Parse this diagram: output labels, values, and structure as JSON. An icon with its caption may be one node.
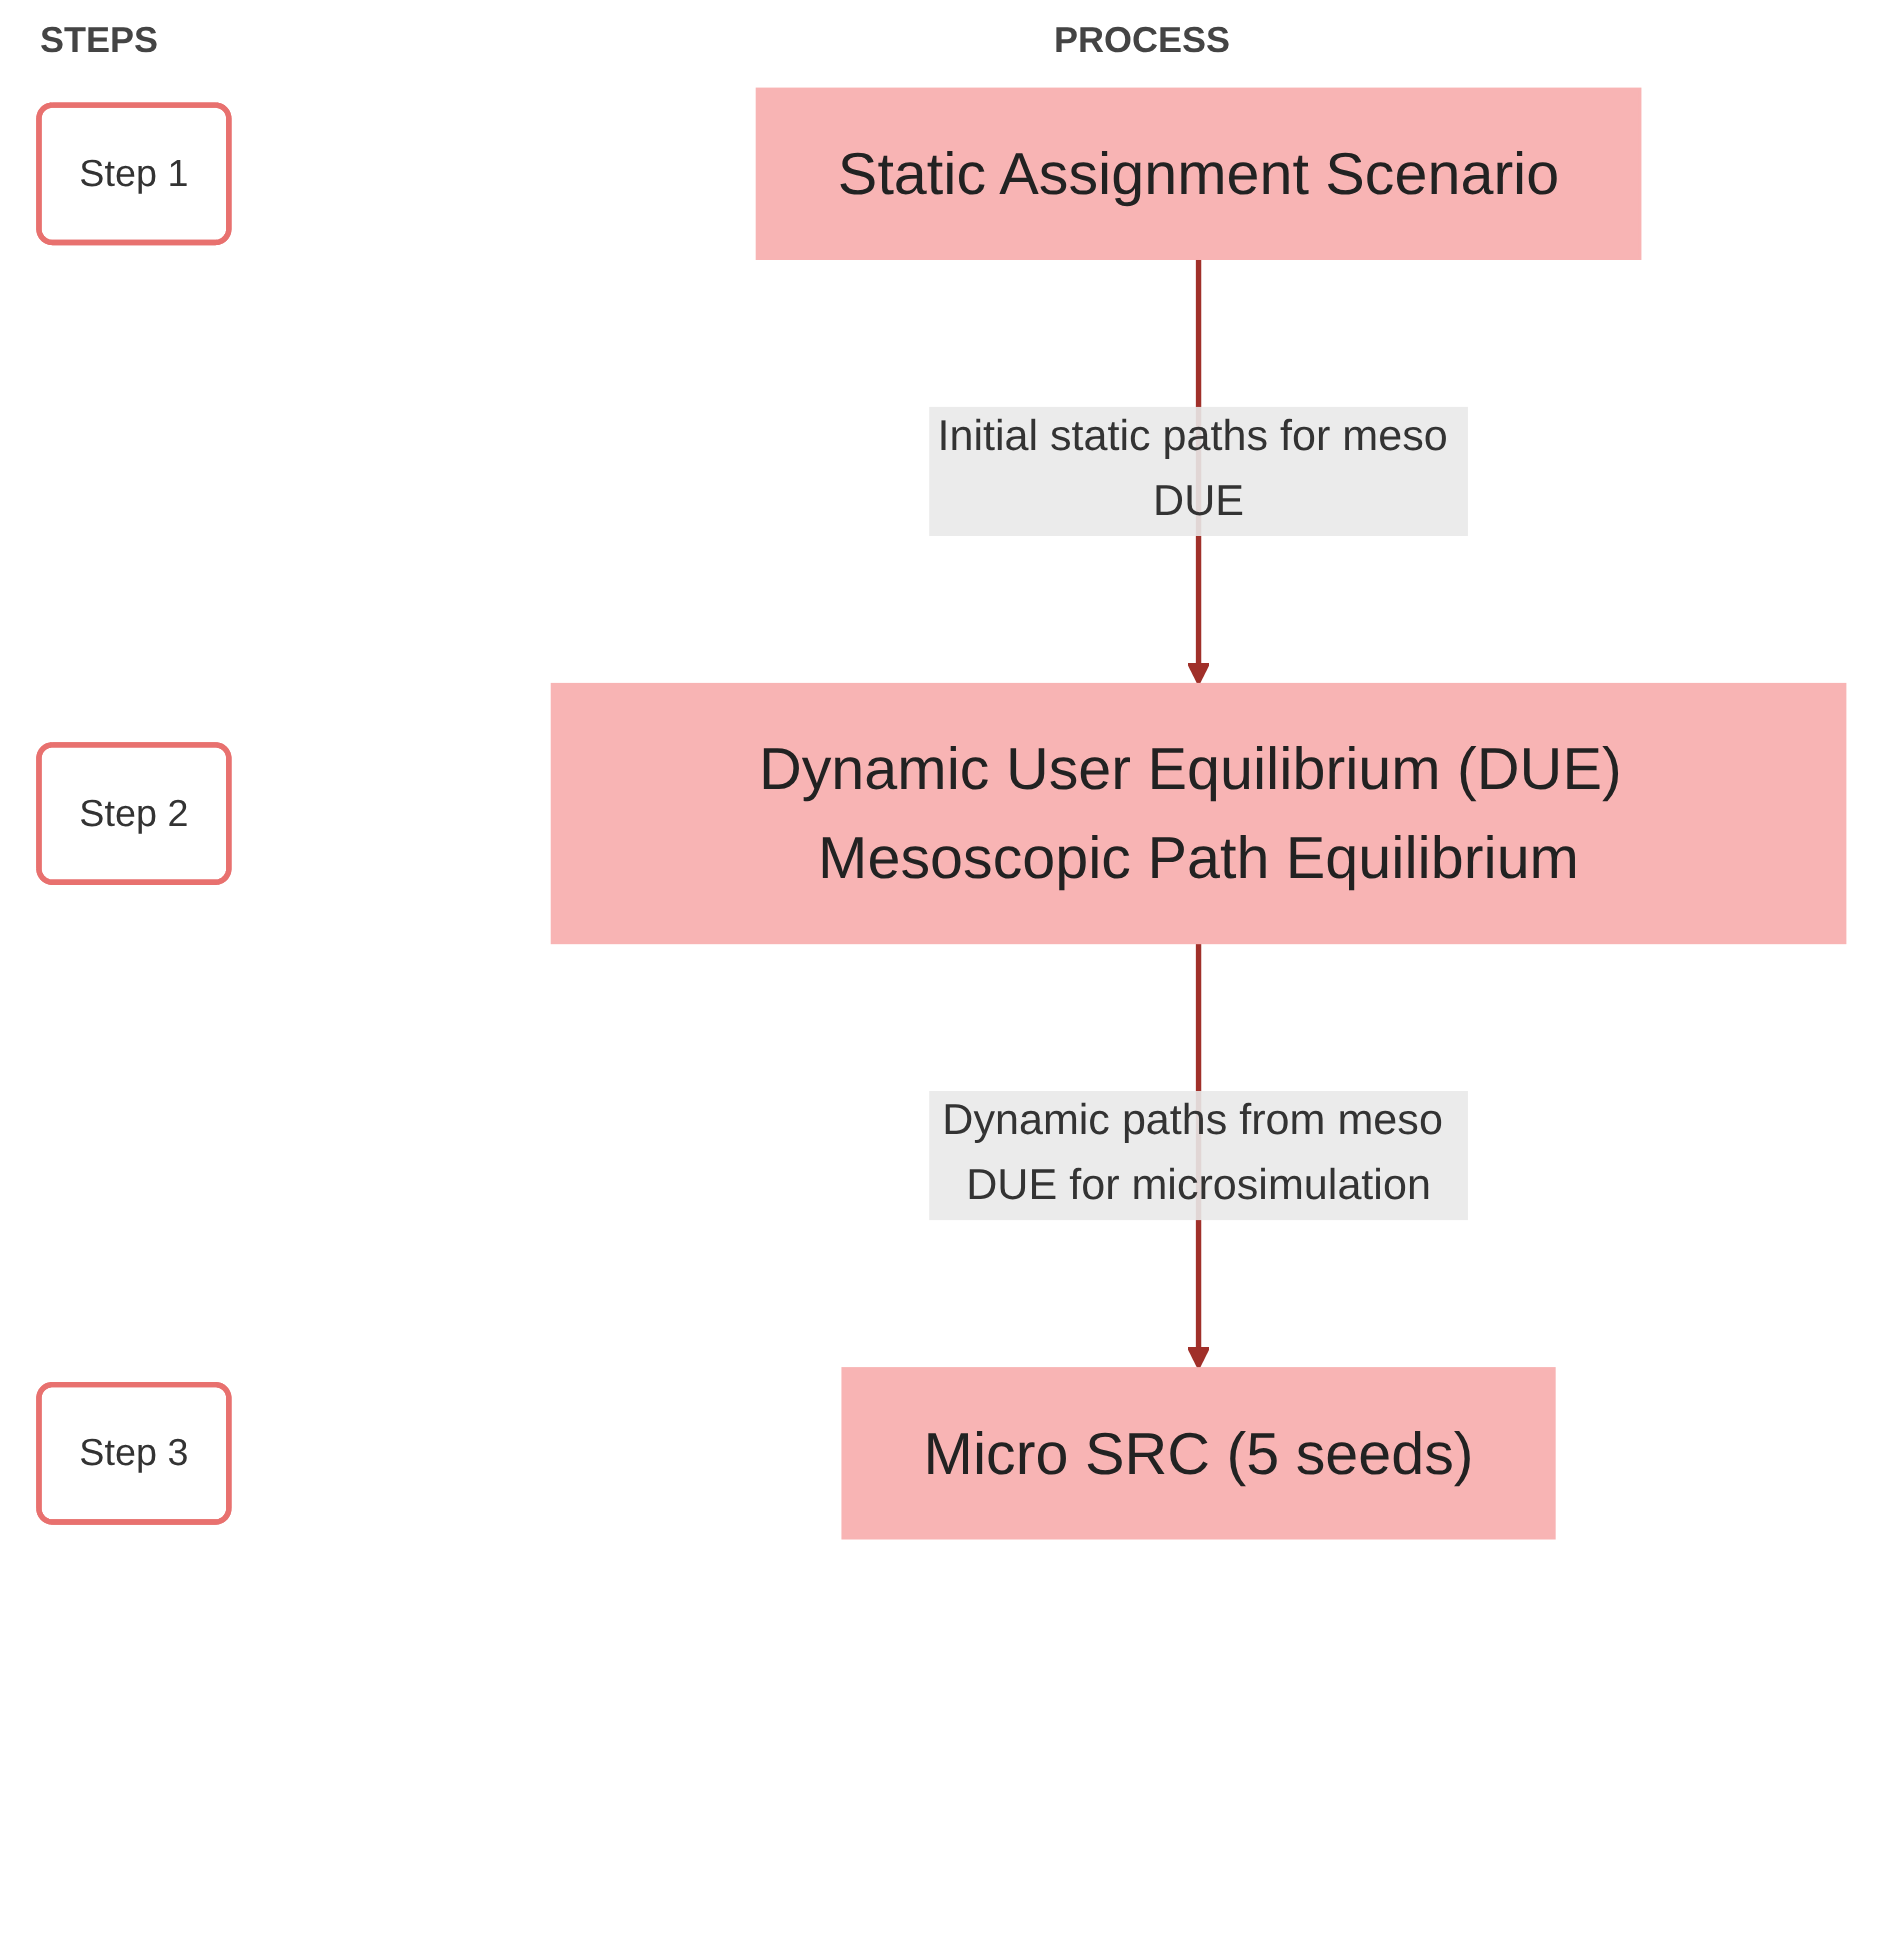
{
  "diagram": {
    "nodes": [
      {
        "text": [
          "Step 1"
        ]
      },
      {
        "text": [
          "Static Assignment Scenario"
        ]
      },
      {
        "text": [
          "Step 2"
        ]
      },
      {
        "text": [
          "Dynamic User Equilibrium (DUE) Mesoscopic Path Equilibrium"
        ]
      },
      {
        "text": [
          "Step 3"
        ]
      },
      {
        "text": [
          "Micro SRC (5 seeds)"
        ]
      }
    ],
    "edges": [
      {
        "from": 1,
        "to": 3,
        "arrow": "to",
        "label": "Initial static paths for meso DUE"
      },
      {
        "from": 3,
        "to": 5,
        "arrow": "to",
        "label": "Dynamic paths from meso DUE for microsimulation"
      }
    ],
    "labels": [
      "STEPS",
      "PROCESS"
    ]
  }
}
